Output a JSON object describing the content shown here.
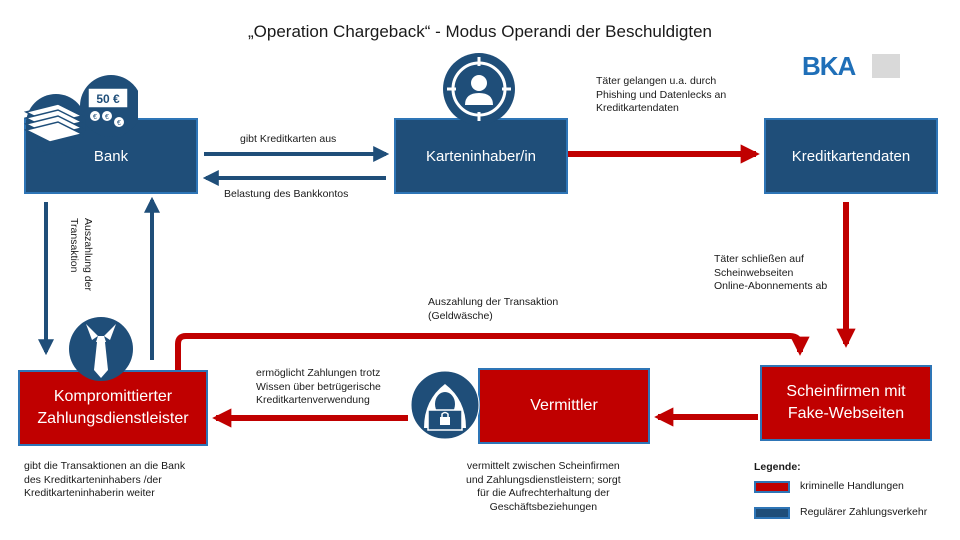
{
  "title": "„Operation Chargeback“ - Modus Operandi der Beschuldigten",
  "logo": {
    "text": "BKA"
  },
  "boxes": {
    "bank": "Bank",
    "karteninhaber": "Karteninhaber/in",
    "kreditkartendaten": "Kreditkartendaten",
    "zahlungsdienstleister": "Kompromittierter\nZahlungsdienstleister",
    "vermittler": "Vermittler",
    "scheinfirmen": "Scheinfirmen mit\nFake-Webseiten"
  },
  "labels": {
    "gibt_kreditkarten": "gibt Kreditkarten aus",
    "belastung": "Belastung des Bankkontos",
    "taeter_phishing": "Täter gelangen u.a. durch\nPhishing und Datenlecks an\nKreditkartendaten",
    "taeter_schliessen": "Täter schließen auf\nScheinwebseiten\nOnline-Abonnements ab",
    "auszahlung_geldwaesche": "Auszahlung der Transaktion\n(Geldwäsche)",
    "auszahlung_vertical": "Auszahlung der\nTransaktion",
    "ermoeglicht": "ermöglicht Zahlungen trotz\nWissen über betrügerische\nKreditkartenverwendung",
    "gibt_transaktionen": "gibt die Transaktionen an die Bank\ndes Kreditkarteninhabers /der\nKreditkarteninhaberin weiter",
    "vermittelt": "vermittelt zwischen Scheinfirmen\nund Zahlungsdienstleistern; sorgt\nfür die Aufrechterhaltung der\nGeschäftsbeziehungen"
  },
  "legend": {
    "title": "Legende:",
    "items": [
      {
        "label": "kriminelle Handlungen",
        "color": "#c00000"
      },
      {
        "label": "Regulärer Zahlungsverkehr",
        "color": "#1f4e79"
      }
    ]
  },
  "icons": {
    "money": "money-stack-icon",
    "person": "person-target-icon",
    "businessman": "businessman-tie-icon",
    "hacker": "hooded-hacker-laptop-icon"
  },
  "colors": {
    "blue": "#1f4e79",
    "red": "#c00000",
    "border": "#2e75b6"
  }
}
